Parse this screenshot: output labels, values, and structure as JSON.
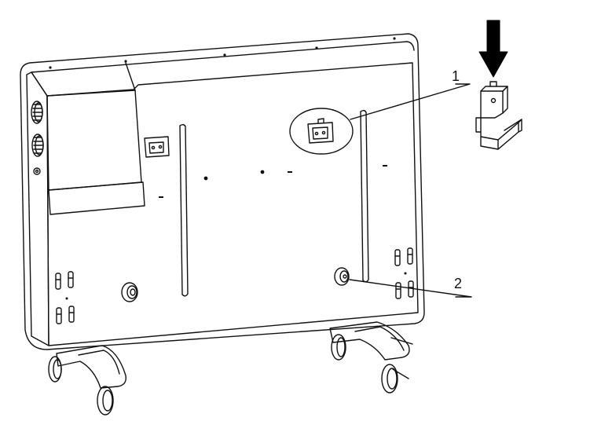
{
  "diagram": {
    "callouts": [
      {
        "id": "1",
        "label": "1"
      },
      {
        "id": "2",
        "label": "2"
      }
    ],
    "colors": {
      "line": "#111111",
      "background": "#ffffff",
      "arrow": "#000000"
    },
    "icons": {
      "arrow": "down-arrow-icon",
      "bracket": "mounting-bracket-icon"
    }
  }
}
